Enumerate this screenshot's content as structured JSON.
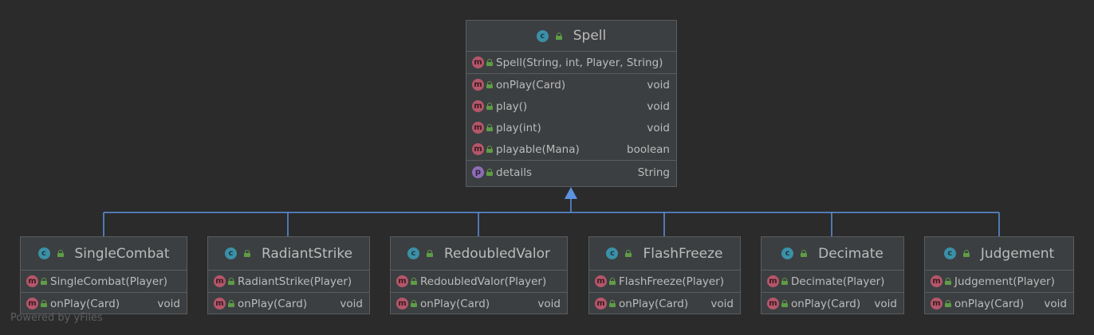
{
  "parent": {
    "name": "Spell",
    "constructor": "Spell(String, int, Player, String)",
    "methods": [
      {
        "name": "onPlay(Card)",
        "type": "void"
      },
      {
        "name": "play()",
        "type": "void"
      },
      {
        "name": "play(int)",
        "type": "void"
      },
      {
        "name": "playable(Mana)",
        "type": "boolean"
      }
    ],
    "properties": [
      {
        "name": "details",
        "type": "String"
      }
    ]
  },
  "children": [
    {
      "name": "SingleCombat",
      "constructor": "SingleCombat(Player)",
      "method": "onPlay(Card)",
      "type": "void"
    },
    {
      "name": "RadiantStrike",
      "constructor": "RadiantStrike(Player)",
      "method": "onPlay(Card)",
      "type": "void"
    },
    {
      "name": "RedoubledValor",
      "constructor": "RedoubledValor(Player)",
      "method": "onPlay(Card)",
      "type": "void"
    },
    {
      "name": "FlashFreeze",
      "constructor": "FlashFreeze(Player)",
      "method": "onPlay(Card)",
      "type": "void"
    },
    {
      "name": "Decimate",
      "constructor": "Decimate(Player)",
      "method": "onPlay(Card)",
      "type": "void"
    },
    {
      "name": "Judgement",
      "constructor": "Judgement(Player)",
      "method": "onPlay(Card)",
      "type": "void"
    }
  ],
  "watermark": "Powered by yFiles",
  "colors": {
    "background": "#2b2b2b",
    "node": "#3c3f41",
    "edge": "#5d93e0"
  }
}
